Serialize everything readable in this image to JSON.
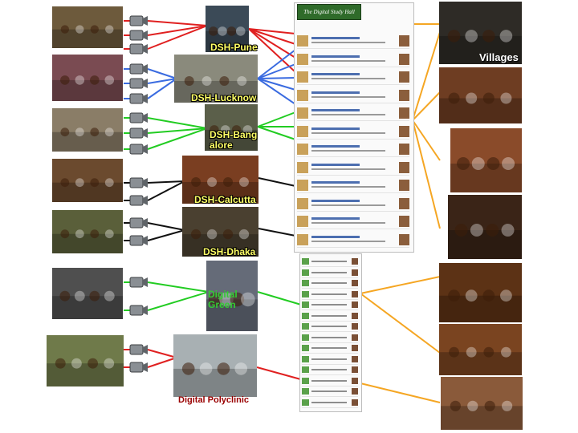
{
  "diagram": {
    "website_title": "The Digital Study Hall",
    "hubs": [
      {
        "id": "pune",
        "label": "DSH-Pune",
        "color": "#e02020"
      },
      {
        "id": "lucknow",
        "label": "DSH-Lucknow",
        "color": "#3a6be0"
      },
      {
        "id": "bangalore",
        "label": "DSH-Bangalore",
        "color": "#22cc22"
      },
      {
        "id": "calcutta",
        "label": "DSH-Calcutta",
        "color": "#111111"
      },
      {
        "id": "dhaka",
        "label": "DSH-Dhaka",
        "color": "#111111"
      },
      {
        "id": "green",
        "label": "Digital Green",
        "color": "#22cc22"
      },
      {
        "id": "polyclinic",
        "label": "Digital Polyclinic",
        "color": "#e02020"
      }
    ],
    "villages_label": "Villages",
    "villages_color": "#f5a623",
    "website_entry_count": 12
  }
}
